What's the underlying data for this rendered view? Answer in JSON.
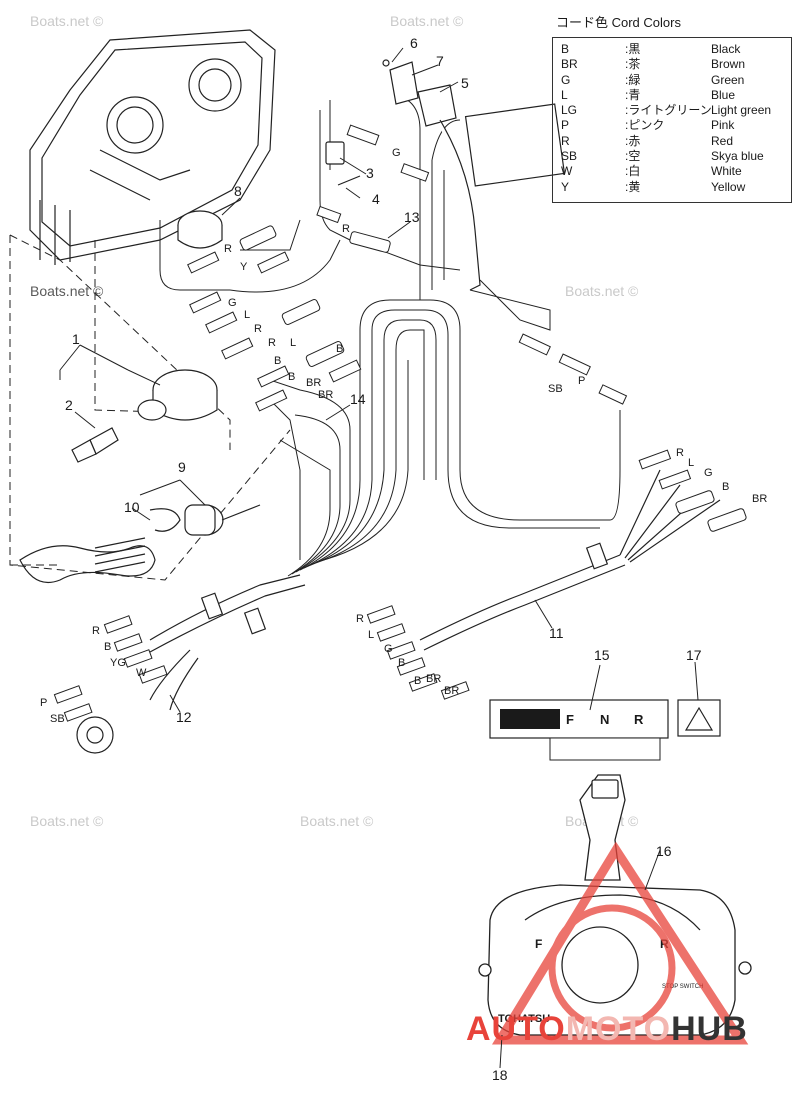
{
  "legend": {
    "title": "コード色 Cord Colors",
    "rows": [
      {
        "code": "B",
        "ja": ":黒",
        "en": "Black"
      },
      {
        "code": "BR",
        "ja": ":茶",
        "en": "Brown"
      },
      {
        "code": "G",
        "ja": ":緑",
        "en": "Green"
      },
      {
        "code": "L",
        "ja": ":青",
        "en": "Blue"
      },
      {
        "code": "LG",
        "ja": ":ライトグリーン",
        "en": "Light green"
      },
      {
        "code": "P",
        "ja": ":ピンク",
        "en": "Pink"
      },
      {
        "code": "R",
        "ja": ":赤",
        "en": "Red"
      },
      {
        "code": "SB",
        "ja": ":空",
        "en": "Skya blue"
      },
      {
        "code": "W",
        "ja": ":白",
        "en": "White"
      },
      {
        "code": "Y",
        "ja": ":黄",
        "en": "Yellow"
      }
    ]
  },
  "parts": {
    "p1": "1",
    "p2": "2",
    "p3": "3",
    "p4": "4",
    "p5": "5",
    "p6": "6",
    "p7": "7",
    "p8": "8",
    "p9": "9",
    "p10": "10",
    "p11": "11",
    "p12": "12",
    "p13": "13",
    "p14": "14",
    "p15": "15",
    "p16": "16",
    "p17": "17",
    "p18": "18"
  },
  "wire_labels": {
    "g_top": "G",
    "r_13": "R",
    "r_8": "R",
    "y_8": "Y",
    "g_a": "G",
    "l_a": "L",
    "r_a": "R",
    "r_b": "R",
    "b_a": "B",
    "l_b": "L",
    "b_b": "B",
    "b_c": "B",
    "br_a": "BR",
    "br_b": "BR",
    "p_right": "P",
    "sb_right": "SB",
    "r_11a": "R",
    "l_11a": "L",
    "g_11a": "G",
    "b_11a": "B",
    "br_11a": "BR",
    "r_11": "R",
    "l_11": "L",
    "g_11": "G",
    "b_11a2": "B",
    "b_11b": "B",
    "br_11": "BR",
    "br_11b": "BR",
    "r_12": "R",
    "b_12": "B",
    "yg_12": "YG",
    "w_12": "W",
    "p_12": "P",
    "sb_12": "SB"
  },
  "lever": {
    "f": "F",
    "n": "N",
    "r": "R",
    "brand": "TOHATSU",
    "stop": "STOP SWITCH"
  },
  "watermarks": {
    "text": "Boats.net ©"
  },
  "brand_logo": {
    "part1": "AUTO",
    "part2": "MOTO",
    "part3": "HUB",
    "color1": "#e8433a",
    "color2": "#f3b7b1",
    "color3": "#333333"
  }
}
